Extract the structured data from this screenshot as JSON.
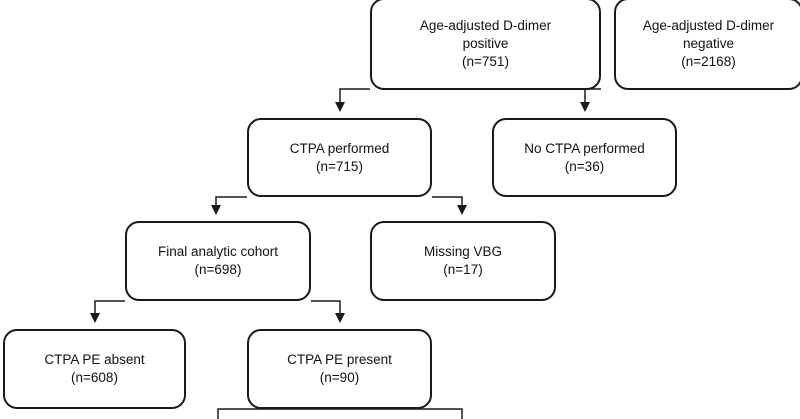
{
  "nodes": {
    "ddimer_positive": {
      "lines": [
        "Age-adjusted D-dimer",
        "positive",
        "(n=751)"
      ]
    },
    "ddimer_negative": {
      "lines": [
        "Age-adjusted D-dimer",
        "negative",
        "(n=2168)"
      ]
    },
    "ctpa_performed": {
      "lines": [
        "CTPA performed",
        "(n=715)"
      ]
    },
    "no_ctpa_performed": {
      "lines": [
        "No CTPA performed",
        "(n=36)"
      ]
    },
    "final_analytic_cohort": {
      "lines": [
        "Final analytic cohort",
        "(n=698)"
      ]
    },
    "missing_vbg": {
      "lines": [
        "Missing VBG",
        "(n=17)"
      ]
    },
    "ctpa_pe_absent": {
      "lines": [
        "CTPA PE absent",
        "(n=608)"
      ]
    },
    "ctpa_pe_present": {
      "lines": [
        "CTPA PE present",
        "(n=90)"
      ]
    }
  },
  "edges": [
    {
      "from": "ddimer_positive",
      "to": "ctpa_performed"
    },
    {
      "from": "ddimer_positive",
      "to": "no_ctpa_performed"
    },
    {
      "from": "ctpa_performed",
      "to": "final_analytic_cohort"
    },
    {
      "from": "ctpa_performed",
      "to": "missing_vbg"
    },
    {
      "from": "final_analytic_cohort",
      "to": "ctpa_pe_absent"
    },
    {
      "from": "final_analytic_cohort",
      "to": "ctpa_pe_present"
    }
  ],
  "colors": {
    "stroke": "#1a1a1a",
    "text": "#111111",
    "background": "#ffffff"
  }
}
